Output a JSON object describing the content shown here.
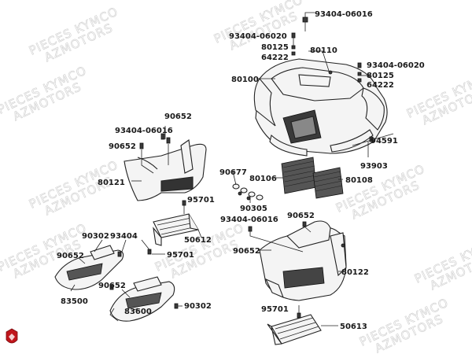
{
  "watermark": {
    "line1": "PIECES KYMCO",
    "line2": "AZMOTORS"
  },
  "labels": {
    "l_93404_06016_top": "93404-06016",
    "l_93404_06020_top": "93404-06020",
    "l_80125_top": "80125",
    "l_64222_top": "64222",
    "l_80110": "80110",
    "l_93404_06020_right": "93404-06020",
    "l_80125_right": "80125",
    "l_64222_right": "64222",
    "l_80100": "80100",
    "l_94591": "94591",
    "l_93903": "93903",
    "l_90652_a": "90652",
    "l_93404_06016_left": "93404-06016",
    "l_90652_b": "90652",
    "l_80121": "80121",
    "l_90677": "90677",
    "l_80106": "80106",
    "l_80108": "80108",
    "l_90305": "90305",
    "l_95701_a": "95701",
    "l_93404_06016_mid": "93404-06016",
    "l_90652_c": "90652",
    "l_90652_d": "90652",
    "l_80122": "80122",
    "l_50612": "50612",
    "l_90302_a": "90302",
    "l_93404": "93404",
    "l_95701_b": "95701",
    "l_90652_e": "90652",
    "l_90652_f": "90652",
    "l_83500": "83500",
    "l_83600": "83600",
    "l_90302_b": "90302",
    "l_95701_c": "95701",
    "l_50613": "50613"
  },
  "colors": {
    "logo": "#c0151b",
    "ink": "#1a1a1a",
    "watermark": "#d4d4d4"
  }
}
